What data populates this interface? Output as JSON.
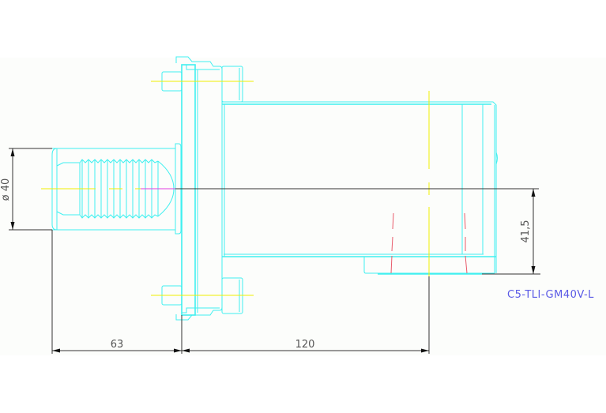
{
  "drawing": {
    "part_label": "C5-TLI-GM40V-L",
    "colors": {
      "geometry": "#40f0f0",
      "centerline": "#f0f000",
      "hidden_line": "#e85a6a",
      "dimension": "#333333",
      "label": "#5a5ae6",
      "canvas_bg": "#fcfdfb"
    },
    "dimensions": {
      "diameter": "ø 40",
      "shank_length": "63",
      "body_length": "120",
      "center_height": "41,5"
    }
  }
}
